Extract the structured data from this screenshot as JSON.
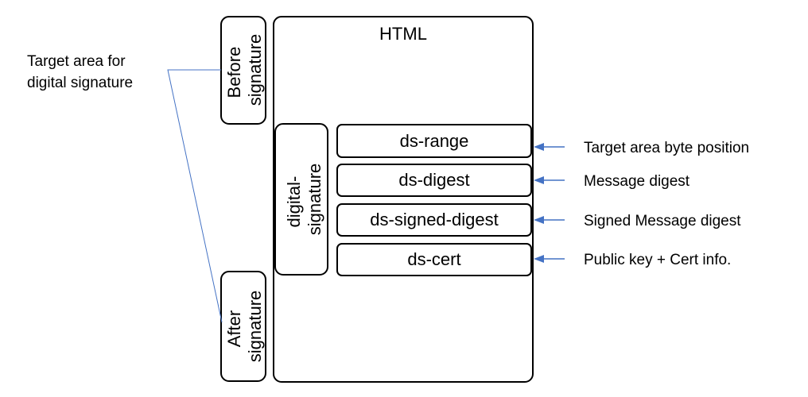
{
  "diagram": {
    "html_box_label": "HTML",
    "before_signature": [
      "Before",
      "signature"
    ],
    "after_signature": [
      "After",
      "signature"
    ],
    "digital_signature": [
      "digital-",
      "signature"
    ],
    "fields": [
      {
        "label": "ds-range",
        "annotation": "Target area byte position"
      },
      {
        "label": "ds-digest",
        "annotation": "Message digest"
      },
      {
        "label": "ds-signed-digest",
        "annotation": "Signed Message digest"
      },
      {
        "label": "ds-cert",
        "annotation": "Public key + Cert info."
      }
    ],
    "target_area_label": [
      "Target area for",
      "digital signature"
    ],
    "colors": {
      "outline": "#000000",
      "connector": "#4472c4",
      "background": "#ffffff"
    }
  }
}
